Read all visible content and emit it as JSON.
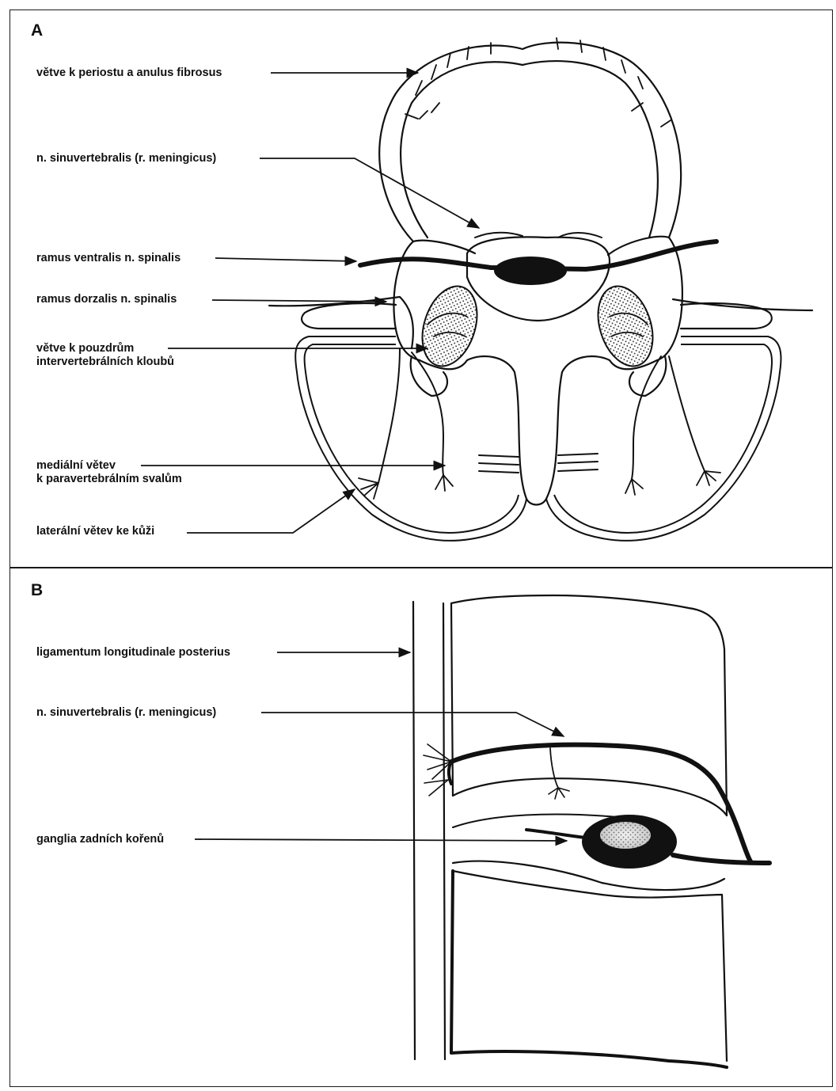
{
  "panel_a": {
    "letter": "A",
    "labels": {
      "branches_periosteum": "větve k periostu a anulus fibrosus",
      "sinuvertebral": "n. sinuvertebralis (r. meningicus)",
      "ventral_ramus": "ramus ventralis n. spinalis",
      "dorsal_ramus": "ramus dorzalis n. spinalis",
      "capsule_branches_line1": "větve k pouzdrům",
      "capsule_branches_line2": "intervertebrálních kloubů",
      "medial_branch_line1": "mediální větev",
      "medial_branch_line2": "k paravertebrálním svalům",
      "lateral_branch": "laterální větev ke kůži"
    }
  },
  "panel_b": {
    "letter": "B",
    "labels": {
      "ligament": "ligamentum longitudinale posterius",
      "sinuvertebral": "n. sinuvertebralis (r. meningicus)",
      "ganglia": "ganglia zadních kořenů"
    }
  },
  "colors": {
    "ink": "#111111",
    "background": "#ffffff"
  }
}
